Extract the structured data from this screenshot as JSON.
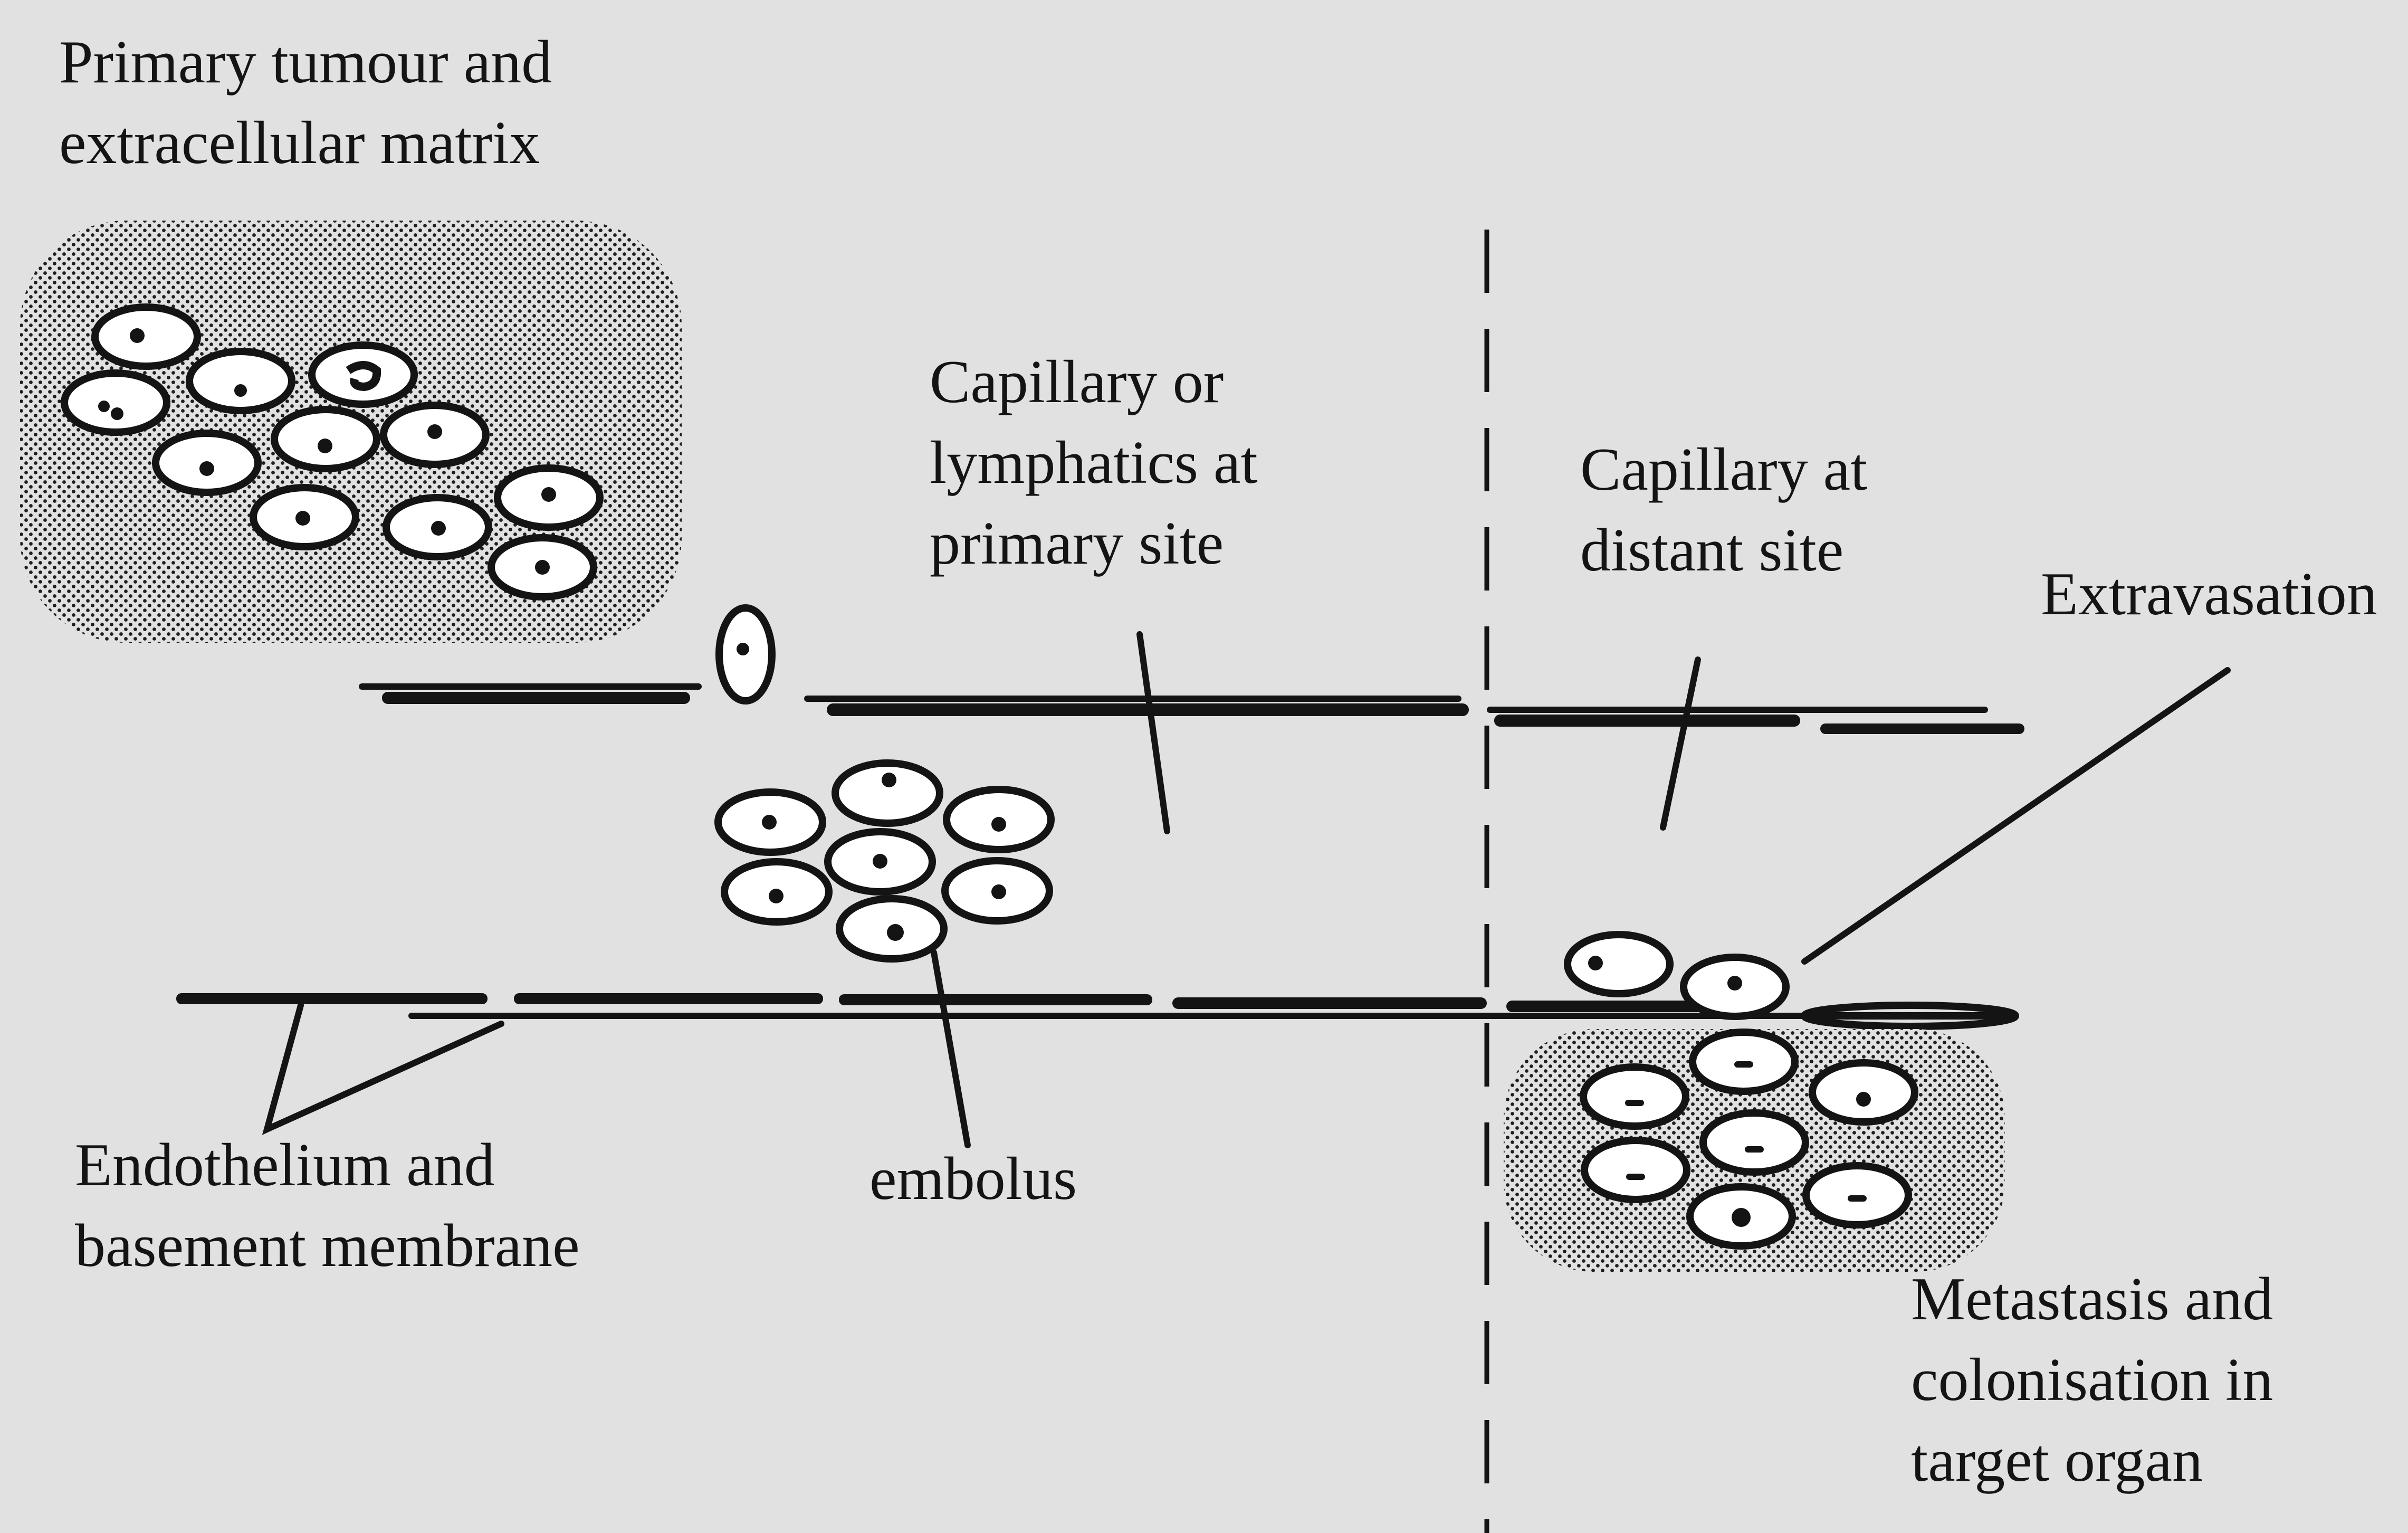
{
  "labels": {
    "primary_tumour": [
      "Primary tumour and",
      "extracellular matrix"
    ],
    "capillary_primary": [
      "Capillary or",
      "lymphatics at",
      "primary site"
    ],
    "capillary_distant": [
      "Capillary at",
      "distant site"
    ],
    "extravasation": "Extravasation",
    "endothelium": [
      "Endothelium and",
      "basement membrane"
    ],
    "embolus": "embolus",
    "metastasis": [
      "Metastasis and",
      "colonisation in",
      "target organ"
    ]
  },
  "colors": {
    "background": "#e1e1e1",
    "ink": "#141414",
    "stipple": "#1e1e1e"
  }
}
